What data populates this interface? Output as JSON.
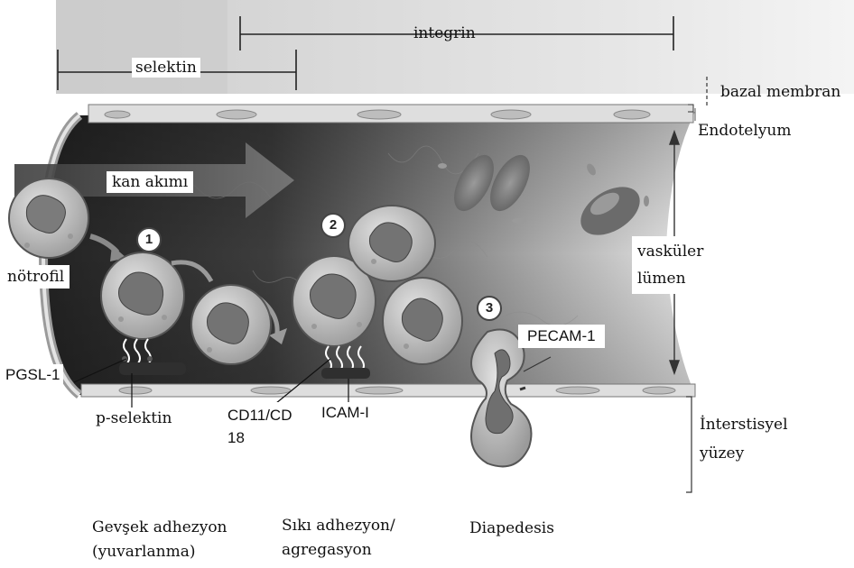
{
  "scale": {
    "integrin": "integrin",
    "selektin": "selektin"
  },
  "right_labels": {
    "bazal_membran": "bazal membran",
    "endotelyum": "Endotelyum",
    "vaskuler_lumen": "vasküler\nlümen",
    "interstisyel": "İnterstisyel\nyüzey"
  },
  "vessel_labels": {
    "kan_akimi": "kan akımı",
    "notrofil": "nötrofil",
    "pgsl": "PGSL-1",
    "p_selektin": "p-selektin",
    "cd11": "CD11/CD\n18",
    "icam": "ICAM-I",
    "pecam": "PECAM-1"
  },
  "steps": [
    "1",
    "2",
    "3"
  ],
  "stages": {
    "loose": "Gevşek adhezyon\n(yuvarlanma)",
    "tight": "Sıkı adhezyon/\nagregasyon",
    "diapedesis": "Diapedesis"
  },
  "colors": {
    "vessel_dark": "#262626",
    "vessel_light": "#d9d9d9",
    "cell_fill": "#c8c8c8",
    "nucleus": "#777777"
  }
}
